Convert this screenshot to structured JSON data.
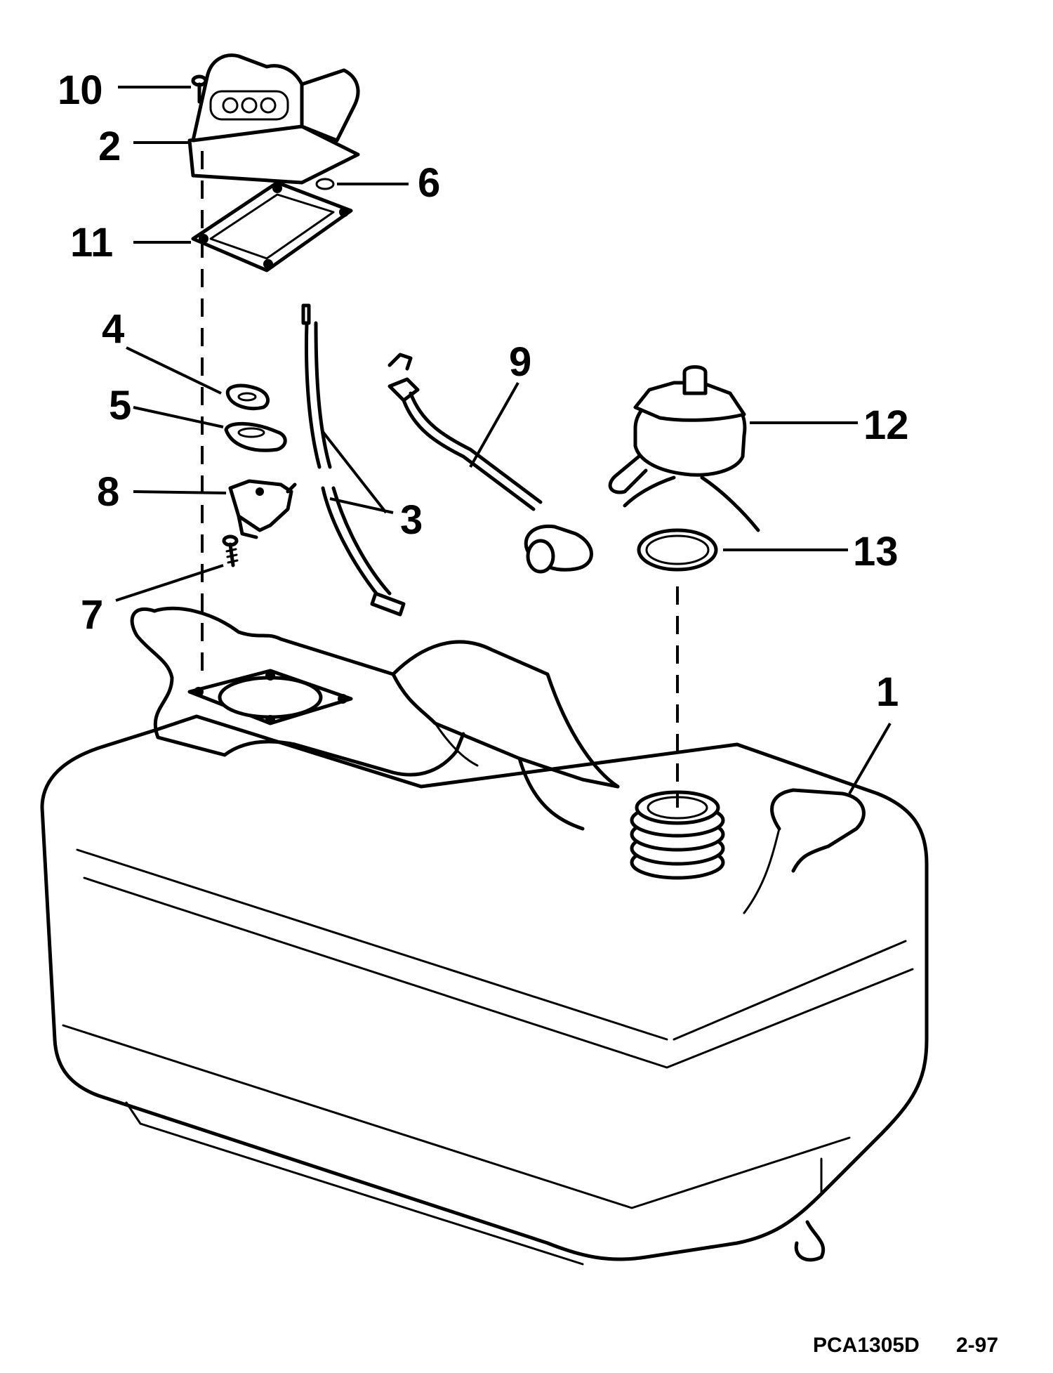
{
  "callouts": {
    "c1": "1",
    "c2": "2",
    "c3": "3",
    "c4": "4",
    "c5": "5",
    "c6": "6",
    "c7": "7",
    "c8": "8",
    "c9": "9",
    "c10": "10",
    "c11": "11",
    "c12": "12",
    "c13": "13"
  },
  "footer": {
    "code": "PCA1305D",
    "date": "2-97"
  }
}
